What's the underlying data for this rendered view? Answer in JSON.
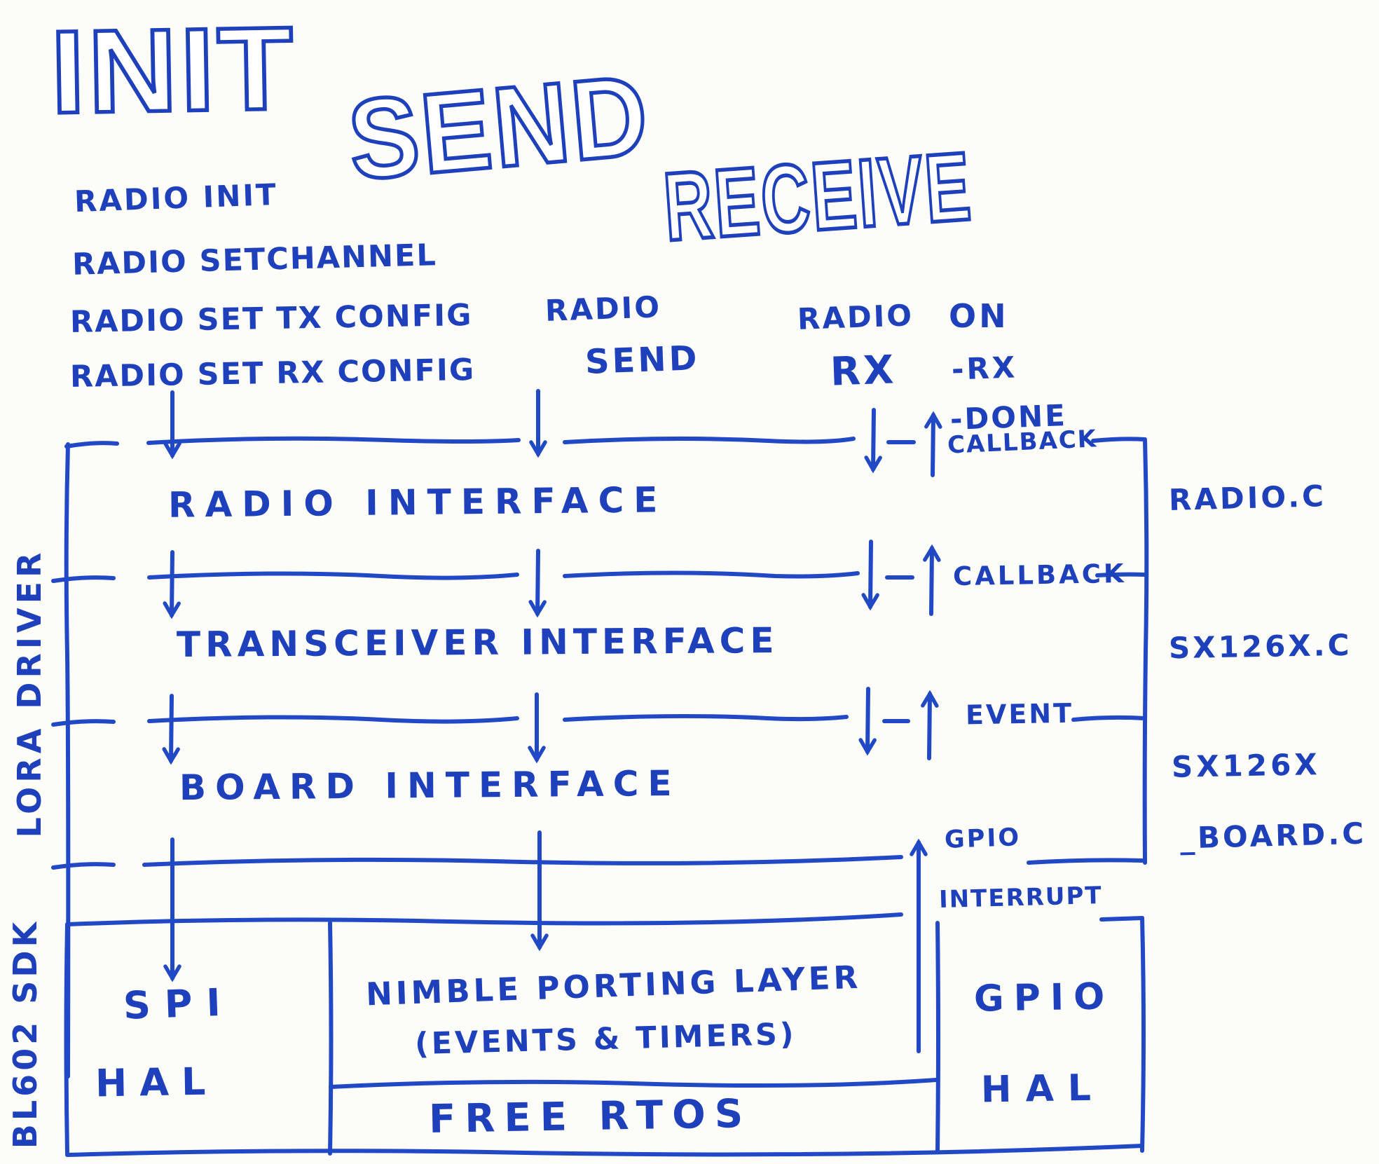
{
  "ink_color": "#1e40bb",
  "headings": {
    "init": "INIT",
    "send": "SEND",
    "receive": "RECEIVE"
  },
  "init_calls": [
    "RADIO INIT",
    "RADIO SETCHANNEL",
    "RADIO SET TX CONFIG",
    "RADIO SET RX CONFIG"
  ],
  "send_call": {
    "line1": "RADIO",
    "line2": "SEND"
  },
  "receive_call": {
    "line1": "RADIO",
    "line2": "RX"
  },
  "receive_events": {
    "title": "ON",
    "items": [
      "-RX",
      "-DONE"
    ]
  },
  "edge_labels": {
    "callback1": "CALLBACK",
    "callback2": "CALLBACK",
    "event": "EVENT",
    "gpio": "GPIO",
    "interrupt": "INTERRUPT"
  },
  "layers": [
    {
      "title": "RADIO INTERFACE",
      "file": "RADIO.C"
    },
    {
      "title": "TRANSCEIVER INTERFACE",
      "file": "SX126X.C"
    },
    {
      "title": "BOARD INTERFACE",
      "file_line1": "SX126X",
      "file_line2": "_BOARD.C"
    }
  ],
  "side_labels": {
    "lora": "LORA DRIVER",
    "sdk": "BL602 SDK"
  },
  "sdk_boxes": {
    "spi": {
      "line1": "SPI",
      "line2": "HAL"
    },
    "nimble": {
      "line1": "NIMBLE PORTING LAYER",
      "line2": "(EVENTS & TIMERS)"
    },
    "freertos": "FREE RTOS",
    "gpio": {
      "line1": "GPIO",
      "line2": "HAL"
    }
  }
}
